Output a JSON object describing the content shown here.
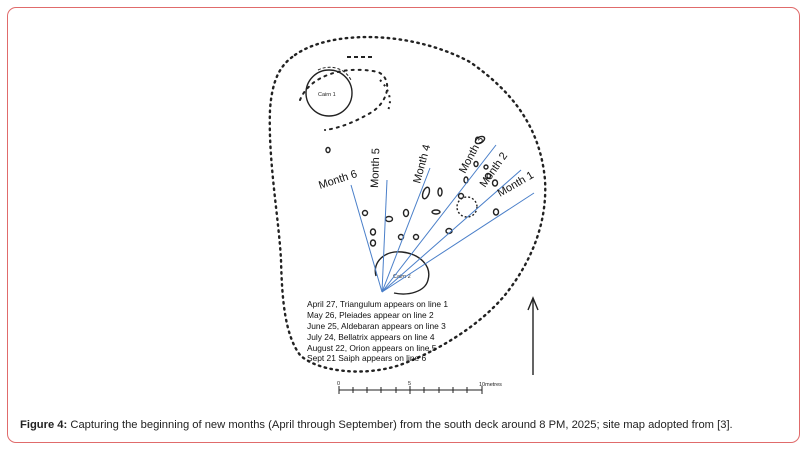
{
  "figure": {
    "label": "Figure 4:",
    "caption": "Capturing the beginning of new months (April through September) from the south deck around 8 PM, 2025; site map adopted from [3]."
  },
  "map": {
    "cairn1_label": "Cairn 1",
    "cairn2_label": "Cairn 2",
    "month_labels": [
      "Month 1",
      "Month 2",
      "Month 3",
      "Month 4",
      "Month 5",
      "Month 6"
    ],
    "legend_lines": [
      "April 27, Triangulum appears on line 1",
      "May 26, Pleiades appear on line 2",
      "June 25, Aldebaran appears on line 3",
      "July 24, Bellatrix appears on line 4",
      "August 22, Orion appears on line 5",
      "Sept 21 Saiph appears on line 6"
    ],
    "scale": {
      "ticks": [
        "0",
        "5",
        "10metres"
      ]
    }
  }
}
